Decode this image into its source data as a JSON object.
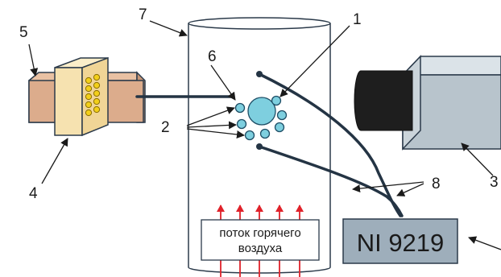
{
  "labels": {
    "c1": "1",
    "c2": "2",
    "c3": "3",
    "c4": "4",
    "c5": "5",
    "c6": "6",
    "c7": "7",
    "c8": "8"
  },
  "flow_label": {
    "line1": "поток горячего",
    "line2": "воздуха"
  },
  "module_label": "NI 9219",
  "colors": {
    "outline": "#2b3a4a",
    "wire": "#243444",
    "ring": "#7ecfdf",
    "arrow_red": "#e0222a",
    "camera_body": "#b8c4cc",
    "camera_lens": "#1e1e1e",
    "module_fill": "#9eaebb",
    "block_side": "#dcac8c",
    "block_center": "#f6e2b0",
    "dots": "#f2cf1a"
  },
  "icons": {
    "camera": "camera-icon",
    "heater": "heater-block-icon"
  }
}
